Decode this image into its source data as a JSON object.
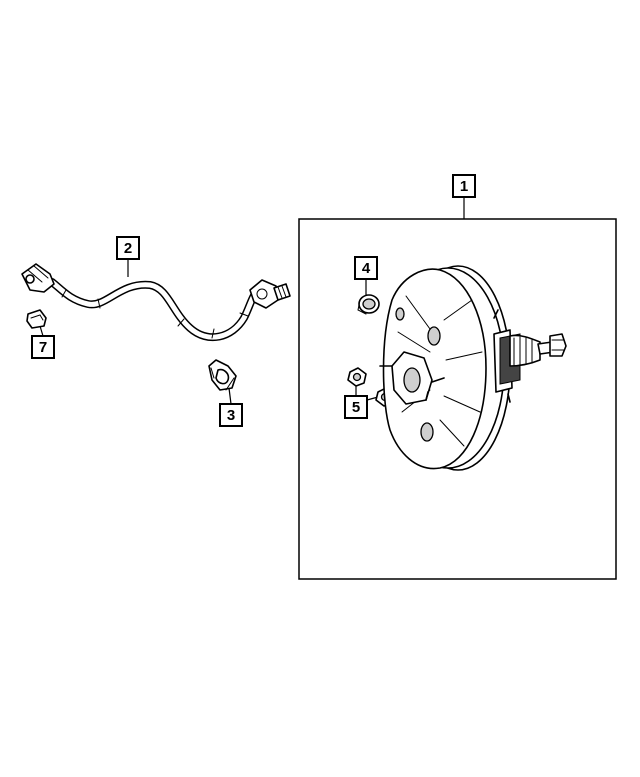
{
  "callouts": {
    "c1": "1",
    "c2": "2",
    "c3": "3",
    "c4": "4",
    "c5": "5",
    "c7": "7"
  }
}
